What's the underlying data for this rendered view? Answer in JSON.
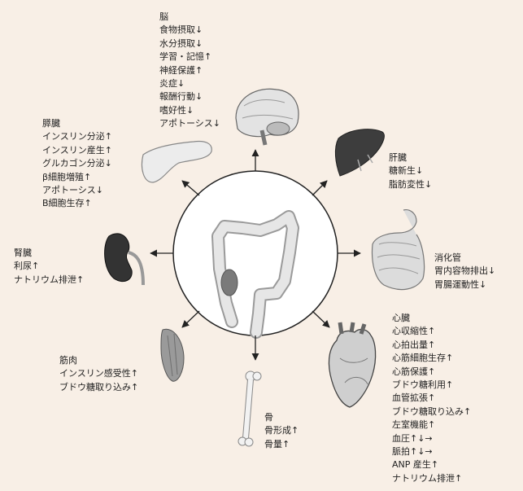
{
  "organs": {
    "brain": {
      "title": "脳",
      "lines": [
        "食物摂取↓",
        "水分摂取↓",
        "学習・記憶↑",
        "神経保護↑",
        "炎症↓",
        "報酬行動↓",
        "嗜好性↓",
        "アポトーシス↓"
      ]
    },
    "pancreas": {
      "title": "膵臓",
      "lines": [
        "インスリン分泌↑",
        "インスリン産生↑",
        "グルカゴン分泌↓",
        "β細胞増殖↑",
        "アポトーシス↓",
        "B細胞生存↑"
      ]
    },
    "liver": {
      "title": "肝臓",
      "lines": [
        "糖新生↓",
        "脂肪変性↓"
      ]
    },
    "kidney": {
      "title": "腎臓",
      "lines": [
        "利尿↑",
        "ナトリウム排泄↑"
      ]
    },
    "gut": {
      "title": "消化管",
      "lines": [
        "胃内容物排出↓",
        "胃腸運動性↓"
      ]
    },
    "muscle": {
      "title": "筋肉",
      "lines": [
        "インスリン感受性↑",
        "ブドウ糖取り込み↑"
      ]
    },
    "bone": {
      "title": "骨",
      "lines": [
        "骨形成↑",
        "骨量↑"
      ]
    },
    "heart": {
      "title": "心臓",
      "lines": [
        "心収縮性↑",
        "心拍出量↑",
        "心筋細胞生存↑",
        "心筋保護↑",
        "ブドウ糖利用↑",
        "血管拡張↑",
        "ブドウ糖取り込み↑",
        "左室機能↑",
        "血圧↑↓→",
        "脈拍↑↓→",
        "ANP 産生↑",
        "ナトリウム排泄↑"
      ]
    }
  },
  "colors": {
    "background": "#f8efe6",
    "line": "#222222",
    "organ_fill": "#d9d9d9",
    "organ_dark": "#3a3a3a"
  }
}
